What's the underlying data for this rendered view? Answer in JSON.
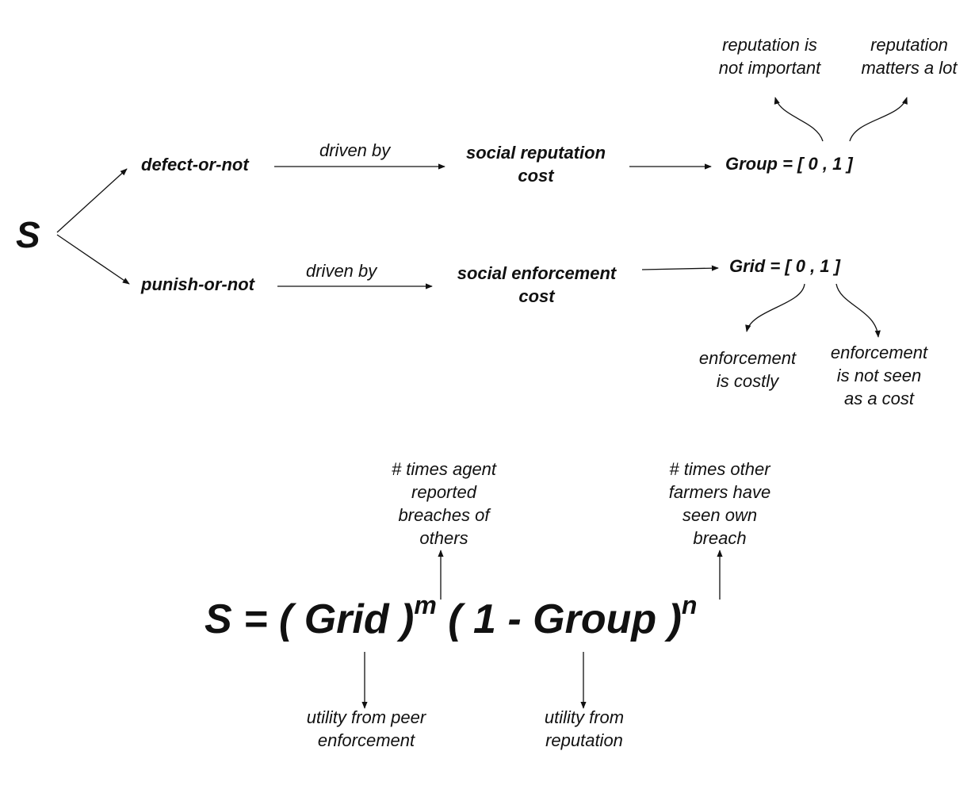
{
  "root_label": "S",
  "top_branch": {
    "behavior": "defect-or-not",
    "driver": "driven by",
    "cost_line1": "social reputation",
    "cost_line2": "cost",
    "variable": "Group = [ 0 , 1 ]",
    "low_note_line1": "reputation is",
    "low_note_line2": "not important",
    "high_note_line1": "reputation",
    "high_note_line2": "matters a lot"
  },
  "bottom_branch": {
    "behavior": "punish-or-not",
    "driver": "driven by",
    "cost_line1": "social enforcement",
    "cost_line2": "cost",
    "variable": "Grid = [ 0 , 1 ]",
    "low_note_line1": "enforcement",
    "low_note_line2": "is costly",
    "high_note_line1": "enforcement",
    "high_note_line2": "is not seen",
    "high_note_line3": "as a cost"
  },
  "formula": {
    "lhs": "S = ( Grid )",
    "exp_m": "m",
    "mid": "( 1 - Group )",
    "exp_n": "n"
  },
  "annotations": {
    "m_line1": "# times agent",
    "m_line2": "reported",
    "m_line3": "breaches of",
    "m_line4": "others",
    "n_line1": "# times other",
    "n_line2": "farmers have",
    "n_line3": "seen own",
    "n_line4": "breach",
    "grid_line1": "utility from peer",
    "grid_line2": "enforcement",
    "group_line1": "utility from",
    "group_line2": "reputation"
  }
}
